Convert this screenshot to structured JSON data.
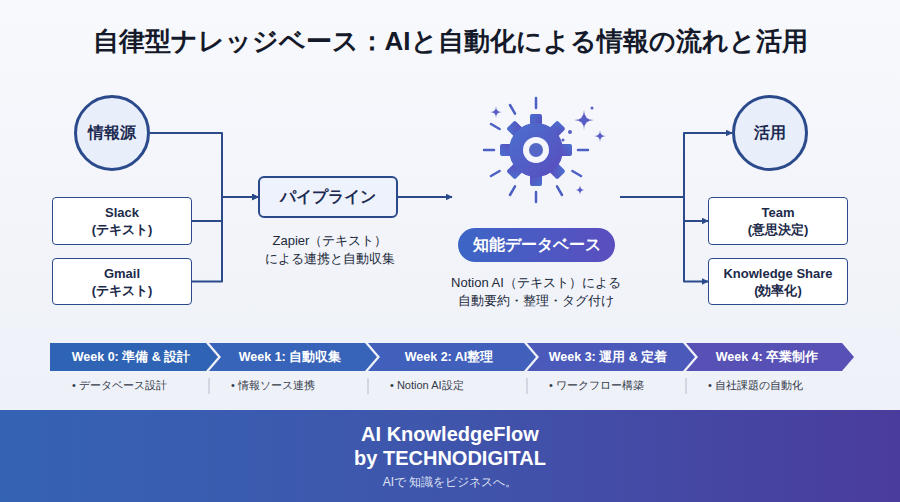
{
  "diagram": {
    "title": "自律型ナレッジベース：AIと自動化による情報の流れと活用",
    "nodes": [
      {
        "text": [
          "情報源"
        ]
      },
      {
        "text": [
          "Slack",
          "(テキスト)"
        ]
      },
      {
        "text": [
          "Gmail",
          "(テキスト)"
        ]
      },
      {
        "text": [
          "パイプライン",
          "Zapier（テキスト） による連携と自動収集"
        ]
      },
      {
        "text": [
          "知能データベース",
          "Notion AI（テキスト）による 自動要約・整理・タグ付け"
        ]
      },
      {
        "text": [
          "活用"
        ]
      },
      {
        "text": [
          "Team",
          "(意思決定)"
        ]
      },
      {
        "text": [
          "Knowledge Share",
          "(効率化)"
        ]
      },
      {
        "text": [
          "Week 0: 準備 & 設計",
          "• データベース設計"
        ]
      },
      {
        "text": [
          "Week 1: 自動収集",
          "• 情報ソース連携"
        ]
      },
      {
        "text": [
          "Week 2: AI整理",
          "• Notion AI設定"
        ]
      },
      {
        "text": [
          "Week 3: 運用 & 定着",
          "• ワークフロー構築"
        ]
      },
      {
        "text": [
          "Week 4: 卒業制作",
          "• 自社課題の自動化"
        ]
      },
      {
        "text": [
          "AI KnowledgeFlow by TECHNODIGITAL",
          "AIで 知識をビジネスへ。"
        ]
      }
    ],
    "edges": [
      {
        "from": 0,
        "to": 3,
        "arrow": "to"
      },
      {
        "from": 1,
        "to": 3,
        "arrow": "to"
      },
      {
        "from": 2,
        "to": 3,
        "arrow": "to"
      },
      {
        "from": 3,
        "to": 4,
        "arrow": "to"
      },
      {
        "from": 4,
        "to": 5,
        "arrow": "to"
      },
      {
        "from": 4,
        "to": 6,
        "arrow": "to"
      },
      {
        "from": 4,
        "to": 7,
        "arrow": "to"
      }
    ]
  }
}
